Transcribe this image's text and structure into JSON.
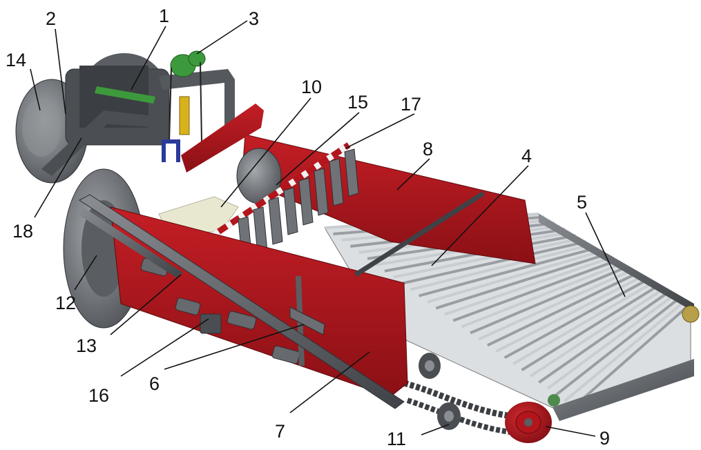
{
  "figure": {
    "colors": {
      "frame_red": "#b3151c",
      "frame_red_dark": "#7e0d12",
      "steel_gray": "#6f7378",
      "steel_dark": "#3b3e42",
      "rod_light": "#c9cdd1",
      "accent_green": "#3c9a3c",
      "accent_yellow": "#d8b21c",
      "accent_blue": "#2a3a9a",
      "plate_cream": "#e8e8d0"
    },
    "labels": [
      {
        "id": "1",
        "text": "1"
      },
      {
        "id": "2",
        "text": "2"
      },
      {
        "id": "3",
        "text": "3"
      },
      {
        "id": "4",
        "text": "4"
      },
      {
        "id": "5",
        "text": "5"
      },
      {
        "id": "6",
        "text": "6"
      },
      {
        "id": "7",
        "text": "7"
      },
      {
        "id": "8",
        "text": "8"
      },
      {
        "id": "9",
        "text": "9"
      },
      {
        "id": "10",
        "text": "10"
      },
      {
        "id": "11",
        "text": "11"
      },
      {
        "id": "12",
        "text": "12"
      },
      {
        "id": "13",
        "text": "13"
      },
      {
        "id": "14",
        "text": "14"
      },
      {
        "id": "15",
        "text": "15"
      },
      {
        "id": "16",
        "text": "16"
      },
      {
        "id": "17",
        "text": "17"
      },
      {
        "id": "18",
        "text": "18"
      }
    ]
  }
}
